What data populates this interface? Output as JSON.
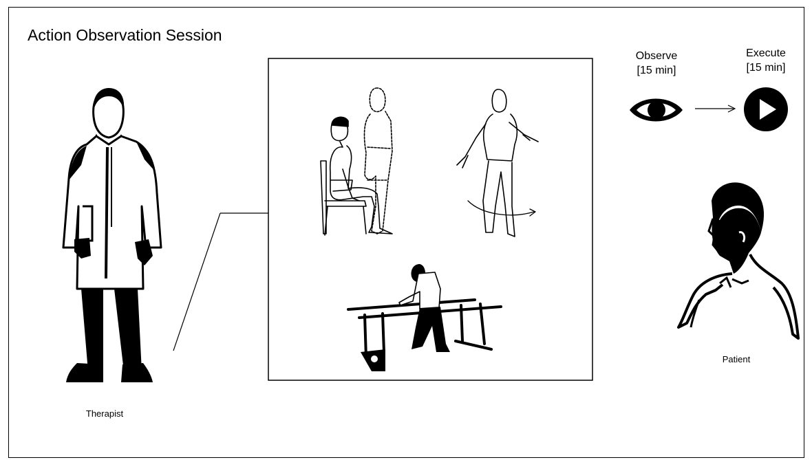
{
  "title": "Action Observation Session",
  "therapist_label": "Therapist",
  "patient_label": "Patient",
  "observe": {
    "label": "Observe",
    "duration": "[15 min]",
    "icon": "eye-icon"
  },
  "execute": {
    "label": "Execute",
    "duration": "[15 min]",
    "icon": "play-icon"
  },
  "colors": {
    "ink": "#000000",
    "paper": "#ffffff"
  }
}
